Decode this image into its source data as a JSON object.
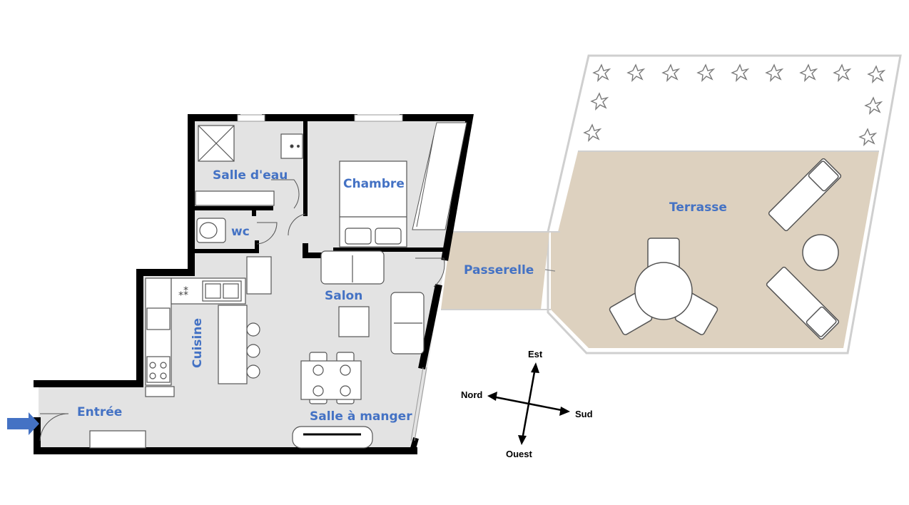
{
  "rooms": {
    "salle_eau": "Salle d'eau",
    "chambre": "Chambre",
    "wc": "wc",
    "salon": "Salon",
    "cuisine": "Cuisine",
    "entree": "Entrée",
    "salle_manger": "Salle à manger",
    "passerelle": "Passerelle",
    "terrasse": "Terrasse"
  },
  "compass": {
    "north": "Nord",
    "south": "Sud",
    "east": "Est",
    "west": "Ouest"
  },
  "colors": {
    "interior_floor": "#e3e3e3",
    "terrace_floor": "#ddd1bf",
    "walls": "#000000",
    "labels": "#4472c4",
    "entry_arrow": "#4472c4"
  },
  "icons": {
    "entry": "entry-arrow-icon",
    "plant": "plant-icon",
    "sunlounger": "sunlounger-icon",
    "shower": "shower-icon",
    "sink": "sink-icon",
    "toilet": "toilet-icon",
    "bed": "bed-icon",
    "sofa": "sofa-icon",
    "stove": "stove-icon",
    "dining_table": "dining-table-icon"
  }
}
